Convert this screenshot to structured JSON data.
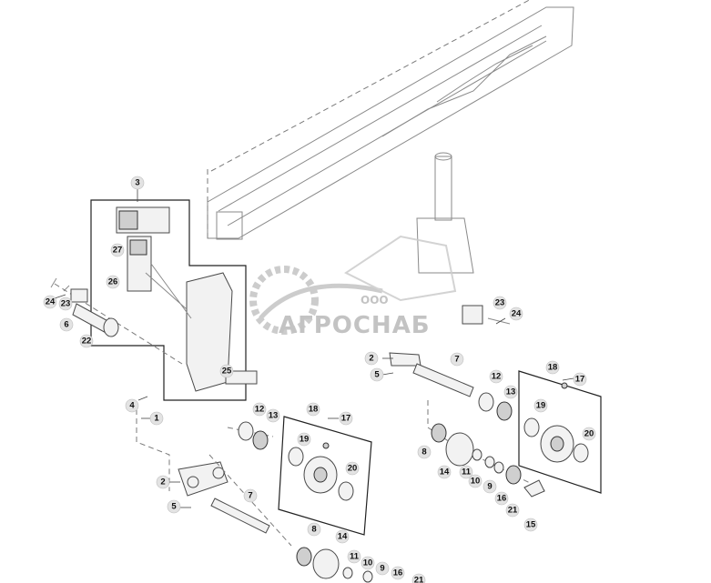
{
  "watermark": {
    "subtitle": "ООО",
    "title": "АГРОСНАБ"
  },
  "callouts": [
    "1",
    "2",
    "3",
    "4",
    "5",
    "6",
    "7",
    "8",
    "9",
    "10",
    "11",
    "12",
    "13",
    "14",
    "15",
    "16",
    "17",
    "18",
    "19",
    "20",
    "21",
    "22",
    "23",
    "24",
    "25",
    "26",
    "27"
  ],
  "colors": {
    "callout_fill": "#e3e3e3",
    "line": "#8a8a8a",
    "watermark": "#b9b9b9"
  }
}
